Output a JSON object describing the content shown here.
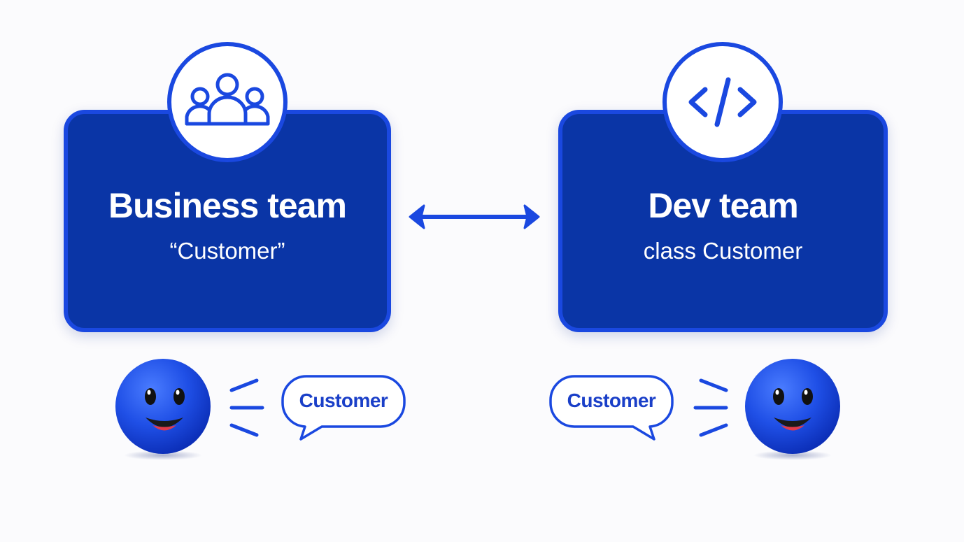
{
  "business_team": {
    "title": "Business team",
    "term": "“Customer”",
    "icon": "users-group-icon"
  },
  "dev_team": {
    "title": "Dev team",
    "term": "class Customer",
    "icon": "code-brackets-icon"
  },
  "connector": {
    "icon": "double-headed-arrow-icon"
  },
  "speech_left": {
    "bubble_text": "Customer"
  },
  "speech_right": {
    "bubble_text": "Customer"
  },
  "colors": {
    "box_fill": "#0a35a6",
    "accent_blue": "#1a48e0",
    "text_blue": "#1a3fc8",
    "background": "#fbfbfd"
  }
}
